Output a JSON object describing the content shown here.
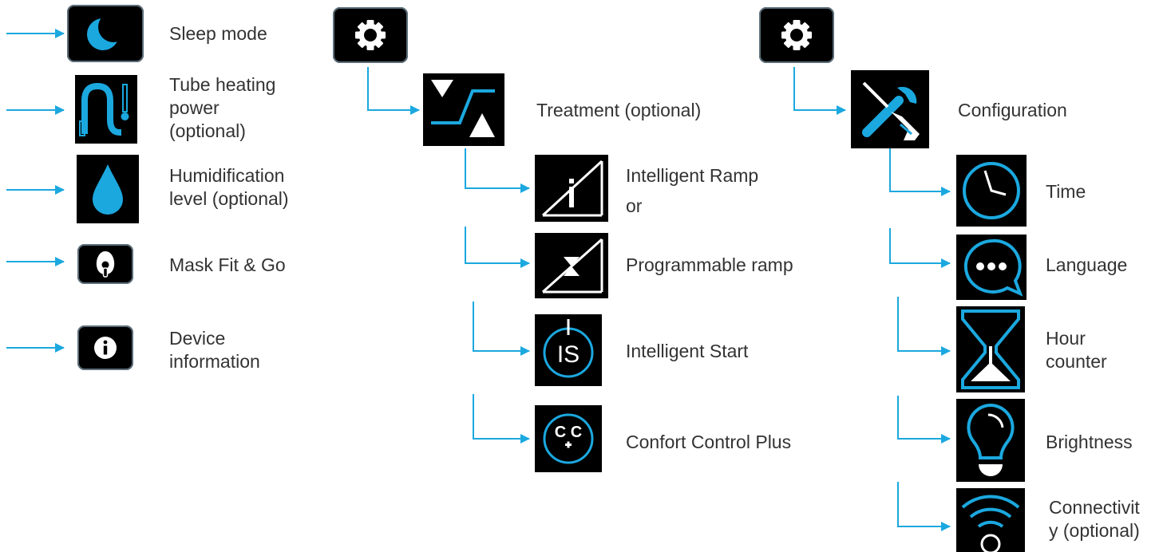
{
  "colors": {
    "accent": "#1ba8df",
    "icon_bg": "#000000",
    "icon_border": "#5b6e7a",
    "text": "#333333"
  },
  "left_menu": {
    "items": [
      {
        "label": "Sleep mode",
        "icon": "moon-icon"
      },
      {
        "label": "Tube heating\npower\n(optional)",
        "icon": "tube-heating-icon"
      },
      {
        "label": "Humidification\nlevel (optional)",
        "icon": "water-drop-icon"
      },
      {
        "label": "Mask Fit & Go",
        "icon": "mask-icon"
      },
      {
        "label": "Device\ninformation",
        "icon": "info-icon"
      }
    ]
  },
  "treatment_menu": {
    "root_icon": "gear-icon",
    "label": "Treatment (optional)",
    "icon": "treatment-icon",
    "items": [
      {
        "label": "Intelligent Ramp",
        "note": "or",
        "icon": "intelligent-ramp-icon"
      },
      {
        "label": "Programmable ramp",
        "icon": "programmable-ramp-icon"
      },
      {
        "label": "Intelligent Start",
        "icon": "intelligent-start-icon"
      },
      {
        "label": "Confort Control Plus",
        "icon": "comfort-control-plus-icon"
      }
    ]
  },
  "configuration_menu": {
    "root_icon": "gear-icon",
    "label": "Configuration",
    "icon": "tools-icon",
    "items": [
      {
        "label": "Time",
        "icon": "clock-icon"
      },
      {
        "label": "Language",
        "icon": "speech-bubble-icon"
      },
      {
        "label": "Hour\ncounter",
        "icon": "hourglass-icon"
      },
      {
        "label": "Brightness",
        "icon": "lightbulb-icon"
      },
      {
        "label": "Connectivit\ny (optional)",
        "icon": "wifi-icon"
      }
    ]
  }
}
